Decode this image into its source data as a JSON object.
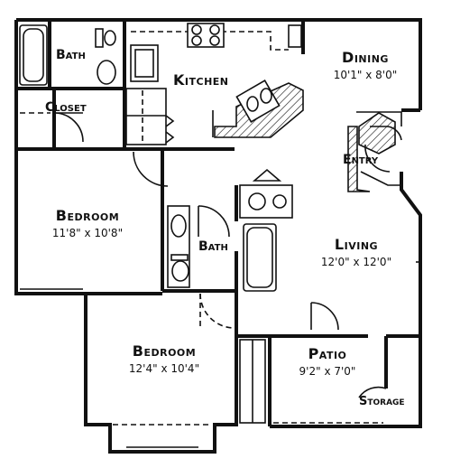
{
  "rooms": {
    "bath_top": {
      "name": "Bath"
    },
    "closet": {
      "name": "Closet"
    },
    "kitchen": {
      "name": "Kitchen"
    },
    "dining": {
      "name": "Dining",
      "dims": "10'1\" x 8'0\""
    },
    "entry": {
      "name": "Entry"
    },
    "bedroom_1": {
      "name": "Bedroom",
      "dims": "11'8\" x 10'8\""
    },
    "bath_mid": {
      "name": "Bath"
    },
    "living": {
      "name": "Living",
      "dims": "12'0\" x 12'0\""
    },
    "bedroom_2": {
      "name": "Bedroom",
      "dims": "12'4\" x 10'4\""
    },
    "patio": {
      "name": "Patio",
      "dims": "9'2\" x 7'0\""
    },
    "storage": {
      "name": "Storage"
    }
  },
  "colors": {
    "ink": "#111111",
    "paper": "#ffffff"
  }
}
